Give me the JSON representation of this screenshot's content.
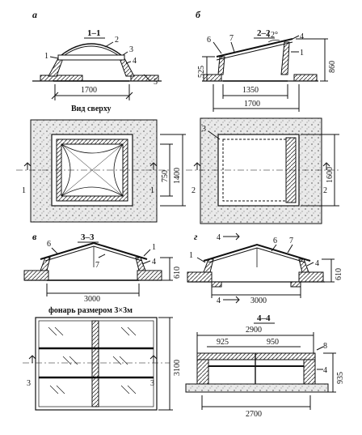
{
  "panels": {
    "a": {
      "letter": "а",
      "section": "1–1",
      "callouts": [
        "1",
        "2",
        "3",
        "4",
        "5"
      ],
      "width_dim": "1700",
      "plan_caption": "Вид сверху",
      "plan_dims": [
        "750",
        "1400"
      ],
      "cut_marks": [
        "1",
        "1"
      ]
    },
    "b": {
      "letter": "б",
      "section": "2–2",
      "callouts": [
        "6",
        "7",
        "4",
        "1",
        "3"
      ],
      "angle": "12°",
      "dims_h": [
        "1350",
        "1700"
      ],
      "dims_v": [
        "525",
        "860",
        "1600"
      ],
      "cut_marks": [
        "2",
        "2"
      ]
    },
    "v": {
      "letter": "в",
      "section": "3–3",
      "callouts": [
        "6",
        "1",
        "4",
        "7"
      ],
      "dims": [
        "610",
        "3000"
      ],
      "plan_caption": "фонарь размером 3×3м",
      "plan_dim": "3100",
      "cut_marks": [
        "3",
        "3"
      ]
    },
    "g": {
      "letter": "г",
      "callouts": [
        "1",
        "6",
        "7",
        "4"
      ],
      "section_marks": [
        "4",
        "4"
      ],
      "dims": [
        "610",
        "3000"
      ],
      "section": "4–4",
      "dims_top": [
        "2900",
        "925",
        "950"
      ],
      "dim_bottom": "2700",
      "dim_side": "935",
      "callouts_2": [
        "8",
        "4"
      ]
    }
  },
  "colors": {
    "ink": "#111111",
    "fill": "#e6e6e6",
    "paper": "#ffffff"
  }
}
